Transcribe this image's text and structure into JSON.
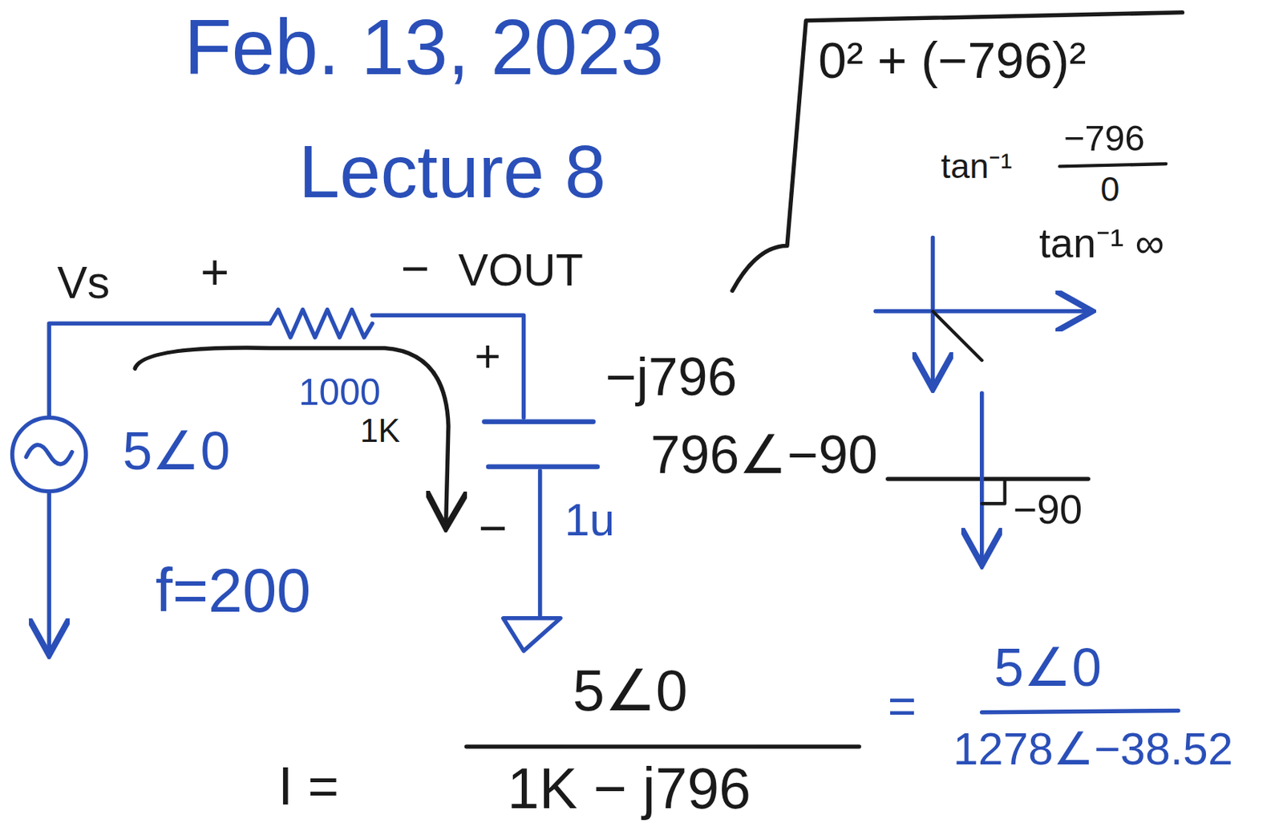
{
  "diagram": {
    "labels": [
      "Feb. 13, 2023",
      "Lecture 8",
      "0² + (−796)²",
      "tan⁻¹",
      "−796",
      "0",
      "tan⁻¹ ∞",
      "Vs",
      "+",
      "−",
      "VOUT",
      "1000",
      "1K",
      "5∠0",
      "+",
      "−",
      "1u",
      "f=200",
      "−j796",
      "796∠−90",
      "−90",
      "I =",
      "5∠0",
      "1K − j796",
      "=",
      "5∠0",
      "1278∠−38.52"
    ]
  }
}
